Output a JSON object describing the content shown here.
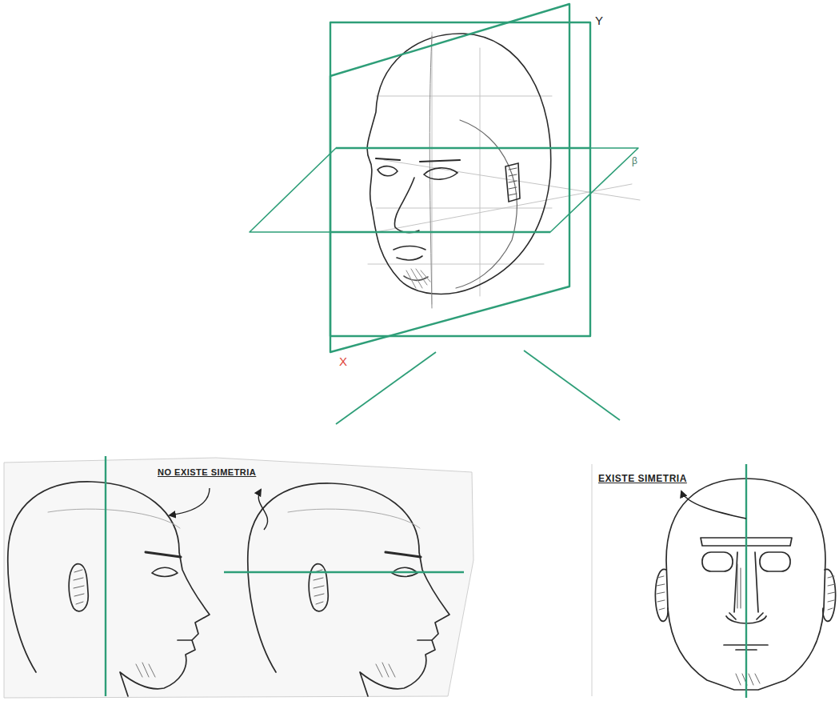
{
  "diagram": {
    "labels": [
      "Y",
      "β",
      "X",
      "NO EXISTE SIMETRIA",
      "EXISTE SIMETRIA"
    ]
  }
}
